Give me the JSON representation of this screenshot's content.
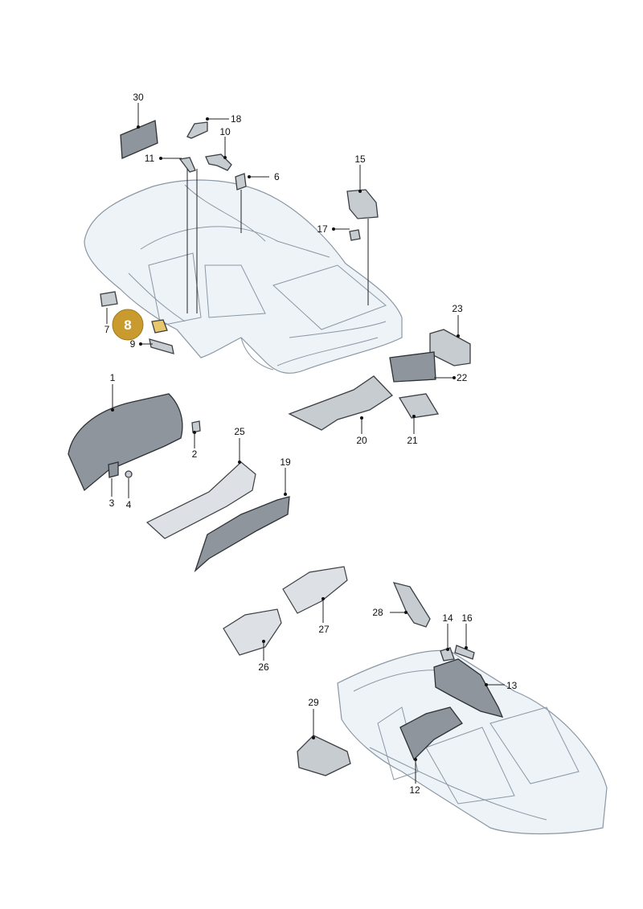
{
  "highlight": {
    "label": "8",
    "color": "#c99a2e"
  },
  "callouts": {
    "c1": "1",
    "c2": "2",
    "c3": "3",
    "c4": "4",
    "c6": "6",
    "c7": "7",
    "c8": "8",
    "c9": "9",
    "c10": "10",
    "c11": "11",
    "c12": "12",
    "c13": "13",
    "c14": "14",
    "c15": "15",
    "c16": "16",
    "c17": "17",
    "c18": "18",
    "c19": "19",
    "c20": "20",
    "c21": "21",
    "c22": "22",
    "c23": "23",
    "c25": "25",
    "c26": "26",
    "c27": "27",
    "c28": "28",
    "c29": "29",
    "c30": "30"
  },
  "colors": {
    "body_fill": "#eef3f8",
    "part_fill": "#c7ccd1",
    "part_dark": "#8e959c"
  }
}
